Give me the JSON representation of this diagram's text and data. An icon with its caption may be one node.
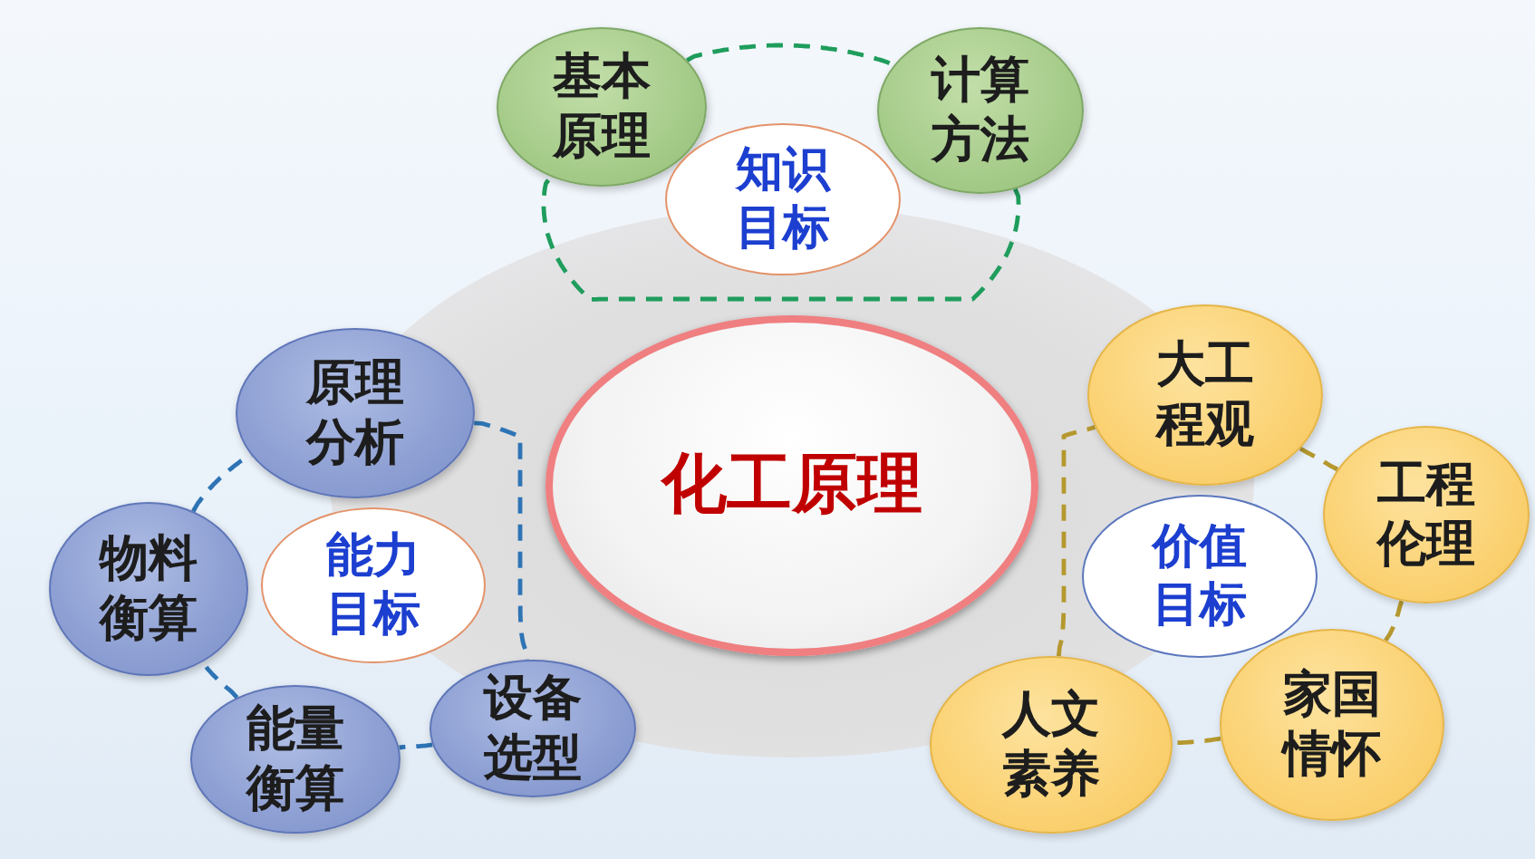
{
  "diagram": {
    "nodes": [
      {
        "text": [
          "基本原理"
        ]
      },
      {
        "text": [
          "计算方法"
        ]
      },
      {
        "text": [
          "知识目标"
        ]
      },
      {
        "text": [
          "化工原理"
        ]
      },
      {
        "text": [
          "原理分析"
        ]
      },
      {
        "text": [
          "能力目标"
        ]
      },
      {
        "text": [
          "物料衡算"
        ]
      },
      {
        "text": [
          "设备选型"
        ]
      },
      {
        "text": [
          "能量衡算"
        ]
      },
      {
        "text": [
          "大工程观"
        ]
      },
      {
        "text": [
          "价值目标"
        ]
      },
      {
        "text": [
          "工程伦理"
        ]
      },
      {
        "text": [
          "家国情怀"
        ]
      },
      {
        "text": [
          "人文素养"
        ]
      }
    ],
    "edges": [
      {
        "from": 0,
        "to": 1,
        "arrow": "none",
        "style": "dashed",
        "color": "#1f9d5c"
      },
      {
        "from": 1,
        "to": 0,
        "arrow": "none",
        "style": "dashed",
        "color": "#1f9d5c"
      },
      {
        "from": 4,
        "to": 7,
        "arrow": "none",
        "style": "dashed",
        "color": "#2e74b5"
      },
      {
        "from": 7,
        "to": 8,
        "arrow": "none",
        "style": "dashed",
        "color": "#2e74b5"
      },
      {
        "from": 8,
        "to": 6,
        "arrow": "none",
        "style": "dashed",
        "color": "#2e74b5"
      },
      {
        "from": 6,
        "to": 4,
        "arrow": "none",
        "style": "dashed",
        "color": "#2e74b5"
      },
      {
        "from": 9,
        "to": 11,
        "arrow": "none",
        "style": "dashed",
        "color": "#b5982e"
      },
      {
        "from": 11,
        "to": 12,
        "arrow": "none",
        "style": "dashed",
        "color": "#b5982e"
      },
      {
        "from": 12,
        "to": 13,
        "arrow": "none",
        "style": "dashed",
        "color": "#b5982e"
      },
      {
        "from": 13,
        "to": 9,
        "arrow": "none",
        "style": "dashed",
        "color": "#b5982e"
      }
    ]
  }
}
